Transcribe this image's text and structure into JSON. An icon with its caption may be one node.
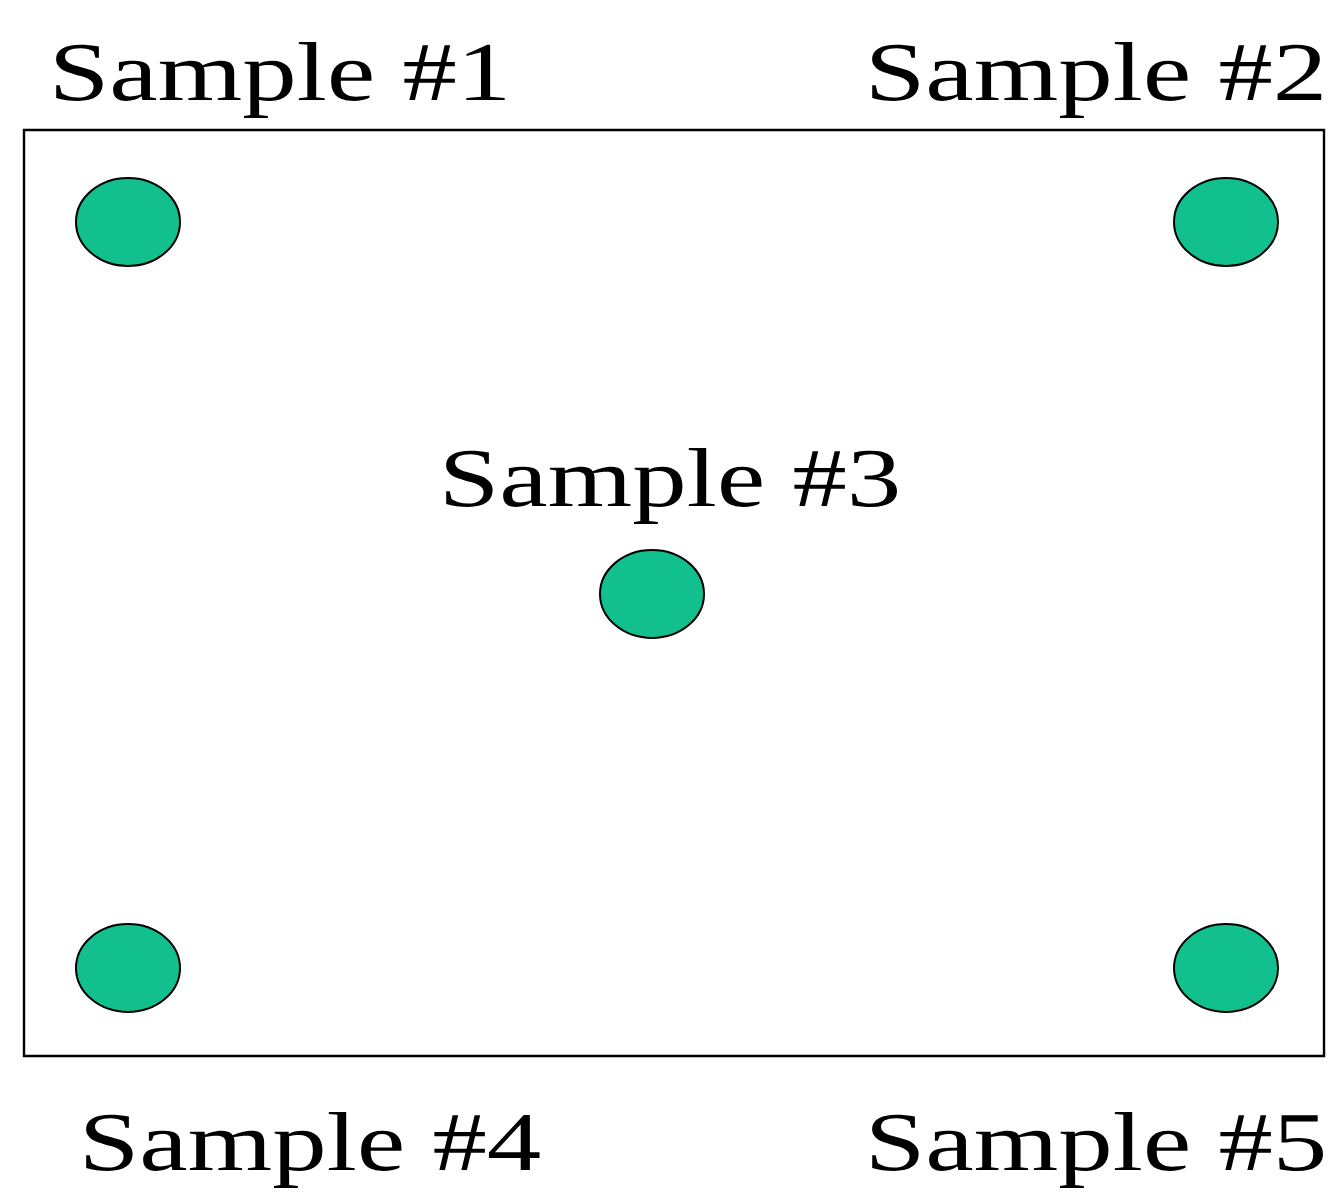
{
  "diagram": {
    "nodes": [
      {
        "text": [],
        "shape": "box"
      },
      {
        "text": [],
        "shape": "circle",
        "in": 0,
        "beside": [
          "Sample #1"
        ]
      },
      {
        "text": [],
        "shape": "circle",
        "in": 0,
        "beside": [
          "Sample #2"
        ]
      },
      {
        "text": [],
        "shape": "circle",
        "in": 0,
        "beside": [
          "Sample #3"
        ]
      },
      {
        "text": [],
        "shape": "circle",
        "in": 0,
        "beside": [
          "Sample #4"
        ]
      },
      {
        "text": [],
        "shape": "circle",
        "in": 0,
        "beside": [
          "Sample #5"
        ]
      }
    ]
  }
}
